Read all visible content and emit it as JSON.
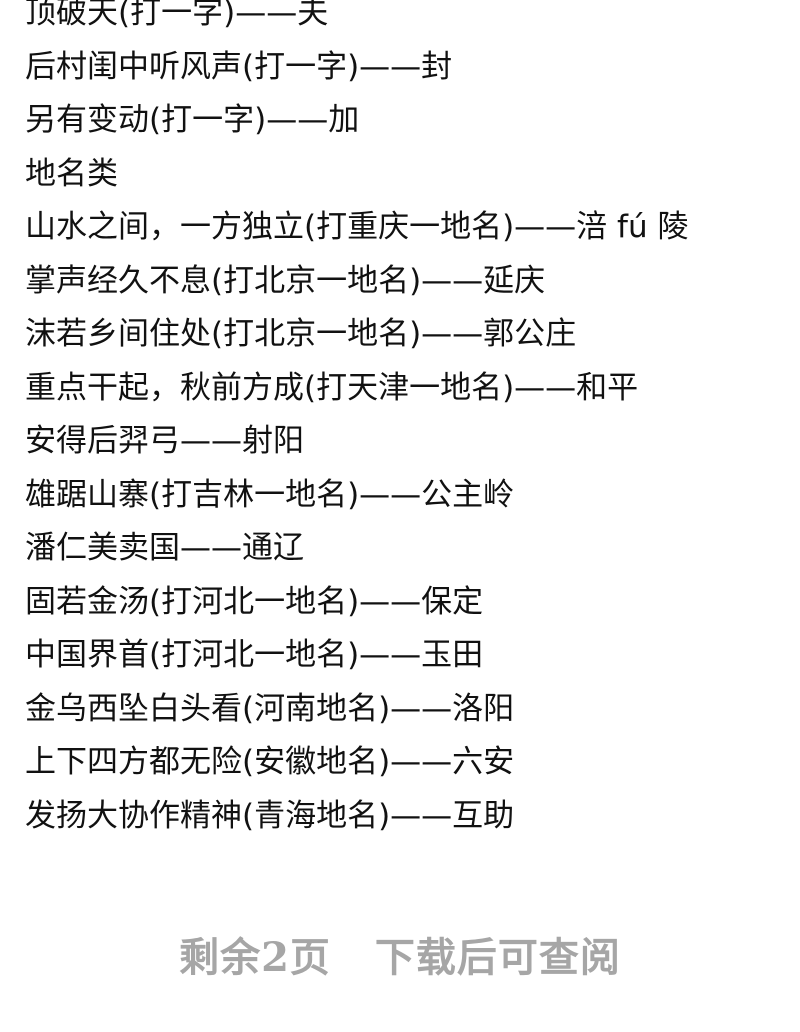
{
  "lines": [
    "顶破天(打一字)——夫",
    "后村闺中听风声(打一字)——封",
    "另有变动(打一字)——加",
    "地名类",
    "山水之间，一方独立(打重庆一地名)——涪 fú 陵",
    "掌声经久不息(打北京一地名)——延庆",
    "沫若乡间住处(打北京一地名)——郭公庄",
    "重点干起，秋前方成(打天津一地名)——和平",
    "安得后羿弓——射阳",
    "雄踞山寨(打吉林一地名)——公主岭",
    "潘仁美卖国——通辽",
    "固若金汤(打河北一地名)——保定",
    "中国界首(打河北一地名)——玉田",
    "金乌西坠白头看(河南地名)——洛阳",
    "上下四方都无险(安徽地名)——六安",
    "发扬大协作精神(青海地名)——互助"
  ],
  "footer": {
    "remaining": "剩余2页",
    "download": "下载后可查阅",
    "color": "#a6a6a6"
  }
}
